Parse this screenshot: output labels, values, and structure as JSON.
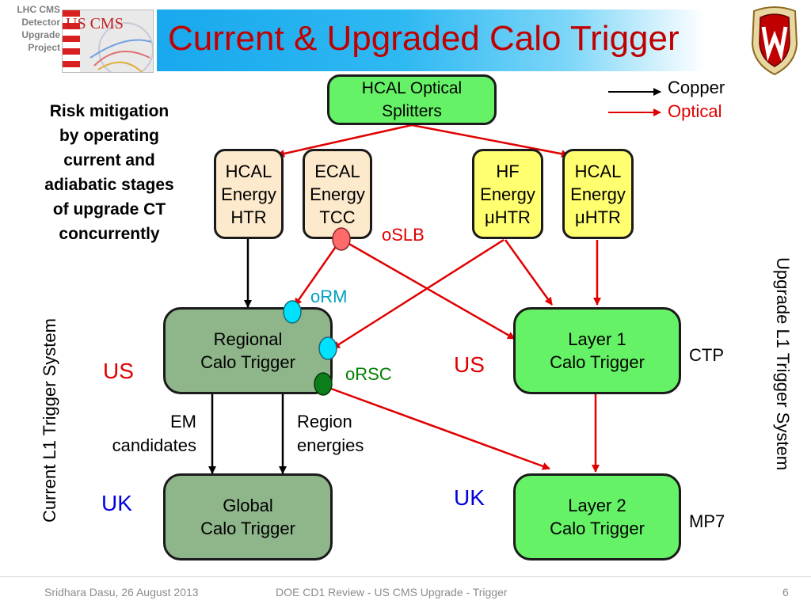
{
  "header": {
    "corner_lines": [
      "LHC CMS",
      "Detector",
      "Upgrade",
      "Project"
    ],
    "title": "Current & Upgraded Calo Trigger",
    "logo_left_text": "US CMS"
  },
  "legend": {
    "copper": "Copper",
    "optical": "Optical"
  },
  "side_note": {
    "lines": [
      "Risk mitigation",
      "by operating",
      "current and",
      "adiabatic stages",
      "of upgrade CT",
      "concurrently"
    ]
  },
  "boxes": {
    "hcal_splitters": [
      "HCAL Optical",
      "Splitters"
    ],
    "hcal_htr": [
      "HCAL",
      "Energy",
      "HTR"
    ],
    "ecal_tcc": [
      "ECAL",
      "Energy",
      "TCC"
    ],
    "hf_uhtr": [
      "HF",
      "Energy",
      "μHTR"
    ],
    "hcal_uhtr": [
      "HCAL",
      "Energy",
      "μHTR"
    ],
    "regional": [
      "Regional",
      "Calo Trigger"
    ],
    "layer1": [
      "Layer 1",
      "Calo Trigger"
    ],
    "global": [
      "Global",
      "Calo Trigger"
    ],
    "layer2": [
      "Layer 2",
      "Calo Trigger"
    ]
  },
  "labels": {
    "oslb": "oSLB",
    "orm": "oRM",
    "orsc": "oRSC",
    "us_left": "US",
    "us_right": "US",
    "uk_left": "UK",
    "uk_right": "UK",
    "ctp": "CTP",
    "mp7": "MP7",
    "em": [
      "EM",
      "candidates"
    ],
    "region": [
      "Region",
      "energies"
    ],
    "current_system": "Current L1 Trigger System",
    "upgrade_system": "Upgrade L1 Trigger System"
  },
  "footer": {
    "author": "Sridhara Dasu, 26 August 2013",
    "center": "DOE CD1 Review - US CMS Upgrade - Trigger",
    "page": "6"
  },
  "colors": {
    "title": "#c00000",
    "optical": "#e00000",
    "copper": "#000000",
    "light_green": "#66f266",
    "dark_green": "#8fb58a",
    "cream": "#fde9cb",
    "yellow": "#ffff70",
    "connector_cyan": "#00e0ff",
    "connector_pink": "#ff6b6b",
    "connector_green": "#0b7d1a"
  }
}
